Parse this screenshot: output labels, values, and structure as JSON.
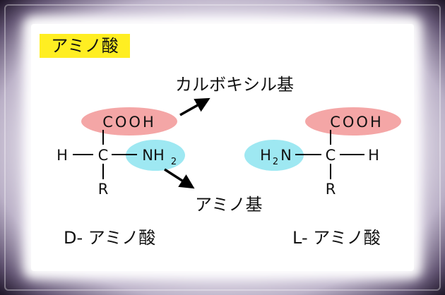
{
  "title": "アミノ酸",
  "labels": {
    "carboxyl": "カルボキシル基",
    "amino": "アミノ基",
    "d_isomer": "D- アミノ酸",
    "l_isomer": "L- アミノ酸"
  },
  "d_molecule": {
    "top": "COOH",
    "left": "H",
    "center": "C",
    "right_main": "NH",
    "right_sub": "2",
    "bottom": "R"
  },
  "l_molecule": {
    "top": "COOH",
    "left_main": "H",
    "left_sub": "2",
    "left_n": "N",
    "center": "C",
    "right": "H",
    "bottom": "R"
  },
  "colors": {
    "carboxyl_highlight": "#f4a6a6",
    "amino_highlight": "#9ee8f2",
    "title_badge": "#ffee22"
  }
}
